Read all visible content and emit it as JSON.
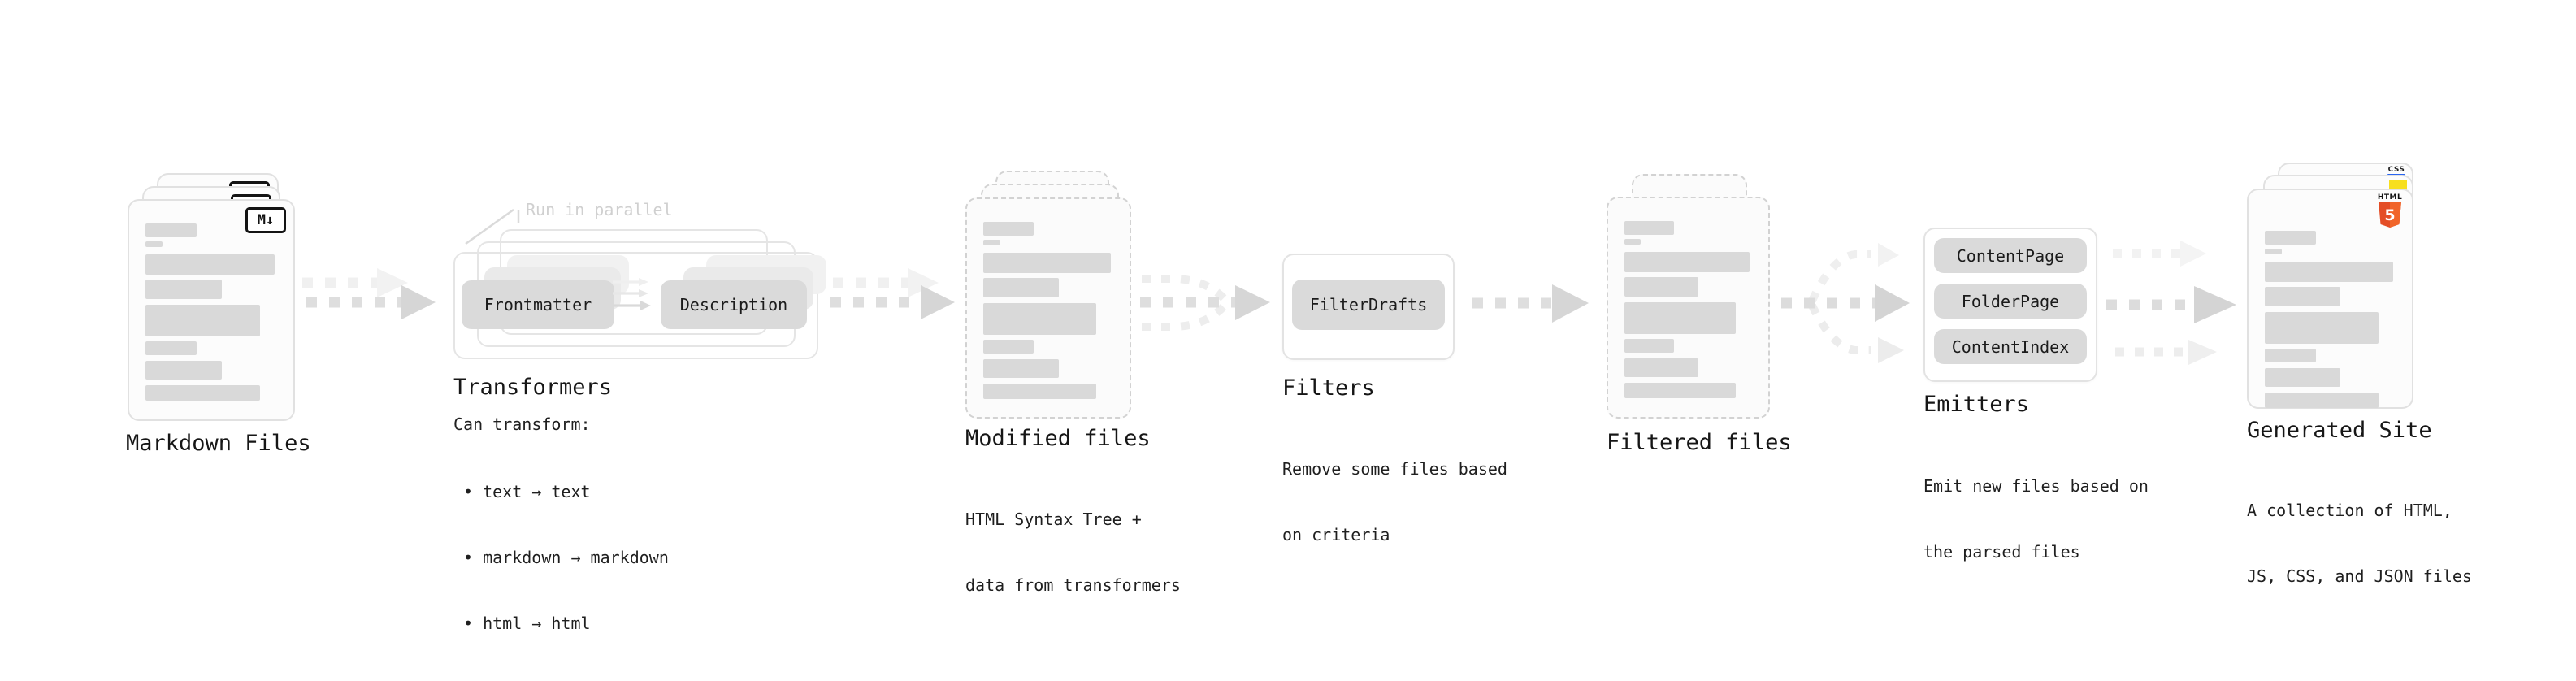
{
  "stages": {
    "markdown": {
      "label": "Markdown Files",
      "badge": "M↓"
    },
    "transformers": {
      "title": "Transformers",
      "annotation": "Run in parallel",
      "left_pill": "Frontmatter",
      "right_pill": "Description",
      "desc_heading": "Can transform:",
      "bullets": [
        "• text → text",
        "• markdown → markdown",
        "• html → html"
      ]
    },
    "modified": {
      "label": "Modified files",
      "desc_line1": "HTML Syntax Tree +",
      "desc_line2": "data from transformers"
    },
    "filters": {
      "title": "Filters",
      "pill": "FilterDrafts",
      "desc_line1": "Remove some files based",
      "desc_line2": "on criteria"
    },
    "filtered": {
      "label": "Filtered files"
    },
    "emitters": {
      "title": "Emitters",
      "pills": [
        "ContentPage",
        "FolderPage",
        "ContentIndex"
      ],
      "desc_line1": "Emit new files based on",
      "desc_line2": "the parsed files"
    },
    "generated": {
      "label": "Generated Site",
      "desc_line1": "A collection of HTML,",
      "desc_line2": "JS, CSS, and JSON files",
      "css_badge": "CSS",
      "html_badge_word": "HTML",
      "html_badge_number": "5"
    }
  },
  "colors": {
    "pill_gray": "#dadada",
    "bar_gray": "#d9d9d9",
    "card_border": "#e1e1e1",
    "dashed_border": "#d2d2d2",
    "arrow_gray": "#dedede",
    "arrow_head": "#d6d6d6",
    "ghost_arrow": "#f0f0f0",
    "annotation_gray": "#d0d0d0",
    "html5_orange": "#e44d26",
    "html5_orange_light": "#f16529",
    "js_yellow": "#f7df1e",
    "css_blue": "#2965f1",
    "text_dark": "#1b1b1b"
  }
}
